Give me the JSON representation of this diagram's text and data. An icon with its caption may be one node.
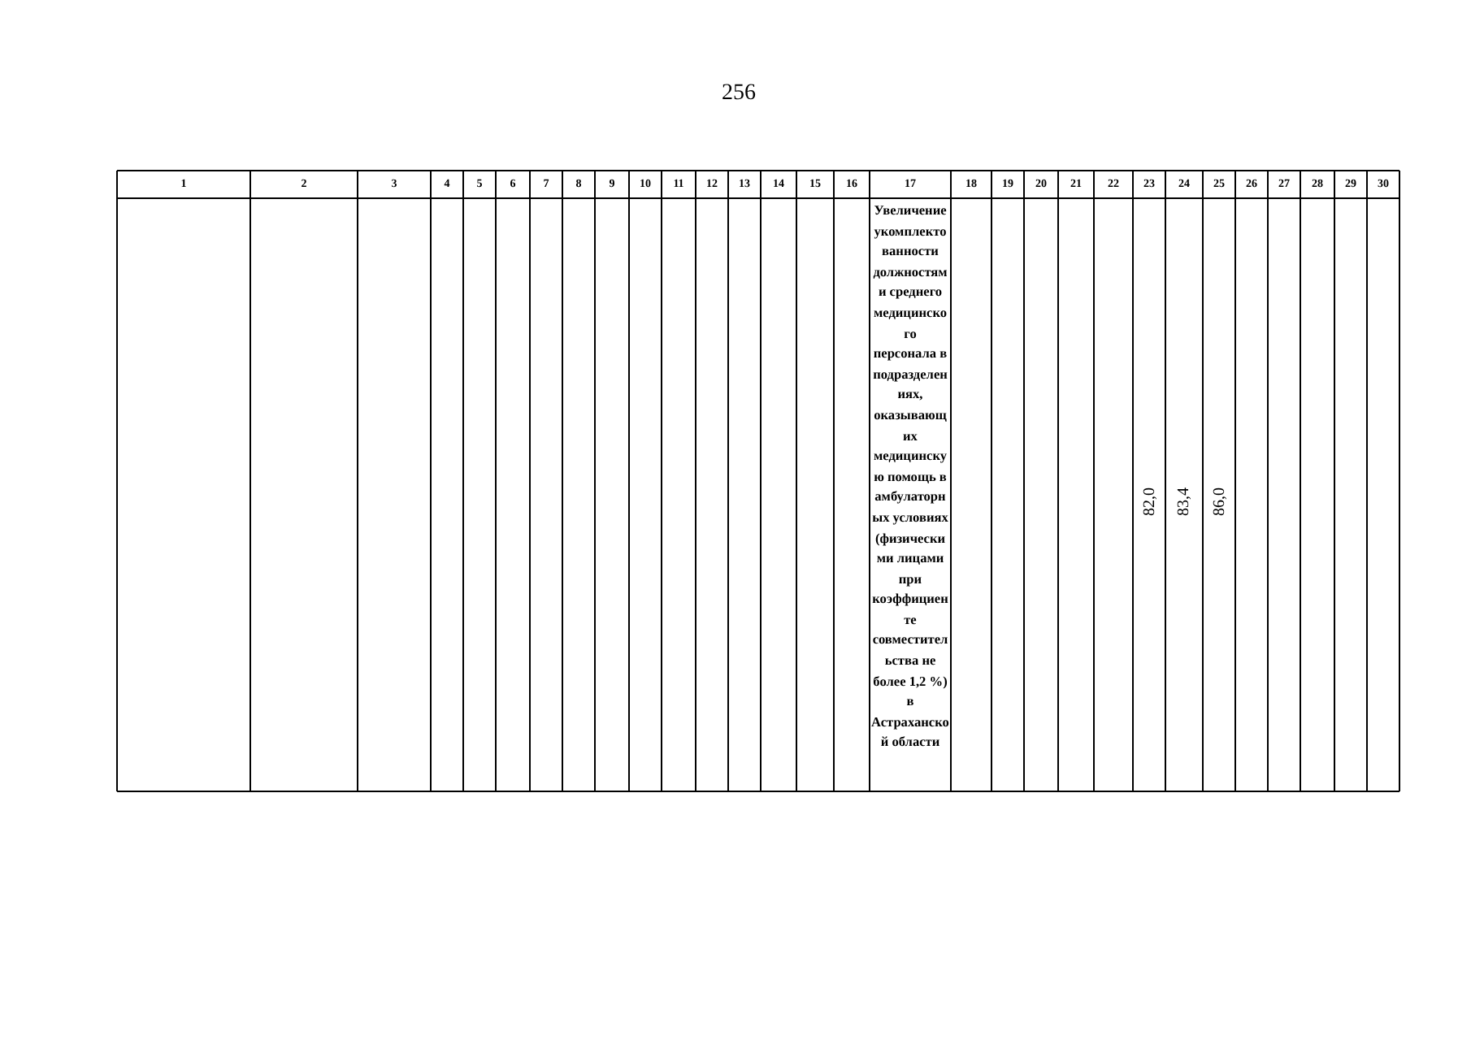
{
  "diagram": {
    "labels": [
      "256",
      "1",
      "2",
      "3",
      "4",
      "5",
      "6",
      "7",
      "8",
      "9",
      "10",
      "11",
      "12",
      "13",
      "14",
      "15",
      "16",
      "17",
      "18",
      "19",
      "20",
      "21",
      "22",
      "23",
      "24",
      "25",
      "26",
      "27",
      "28",
      "29",
      "30",
      "Увеличение укомплектованности должностями среднего медицинского персонала в подразделениях, оказывающих медицинскую помощь в амбулаторных условиях (физическими лицами при коэффициенте совместительства не более 1,2 %) в Астраханской области",
      "82,0",
      "83,4",
      "86,0"
    ]
  }
}
